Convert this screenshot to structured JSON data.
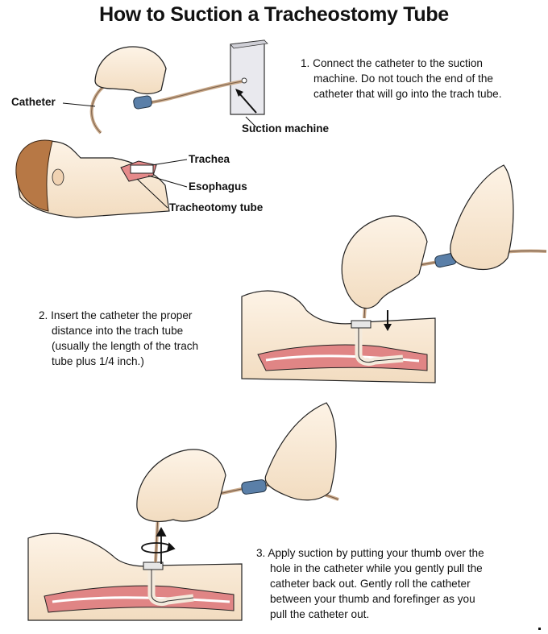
{
  "title": "How to Suction a Tracheostomy Tube",
  "labels": {
    "catheter": "Catheter",
    "suction_machine": "Suction machine",
    "trachea": "Trachea",
    "esophagus": "Esophagus",
    "tracheotomy_tube": "Tracheotomy tube"
  },
  "steps": [
    {
      "number": "1.",
      "lines": [
        "Connect the catheter to the suction",
        "machine.  Do not touch the end of the",
        "catheter that will go into the trach tube."
      ]
    },
    {
      "number": "2.",
      "lines": [
        "Insert the catheter the proper",
        "distance into the trach tube",
        "(usually the length of the trach",
        "tube plus 1/4 inch.)"
      ]
    },
    {
      "number": "3.",
      "lines": [
        "Apply suction by putting your thumb over the",
        "hole in the catheter while you gently pull the",
        "catheter back out.  Gently roll the catheter",
        "between your thumb and forefinger as you",
        "pull the catheter out."
      ]
    }
  ]
}
